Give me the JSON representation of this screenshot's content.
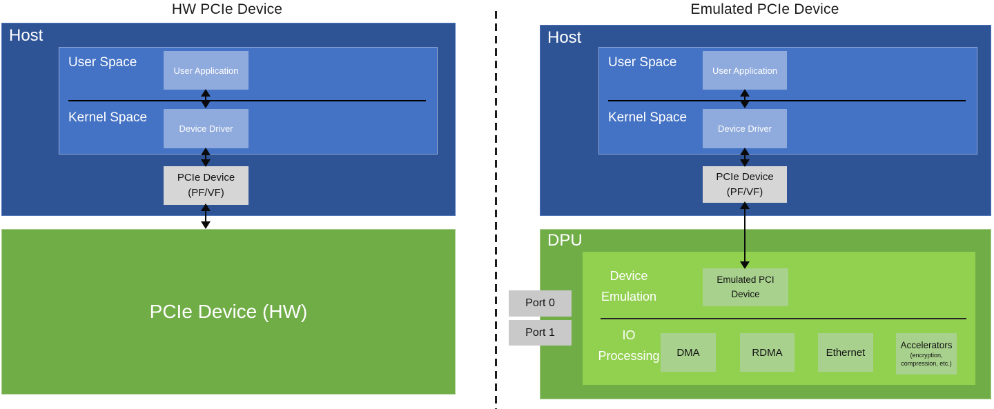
{
  "titles": {
    "left": "HW PCIe Device",
    "right": "Emulated PCIe Device"
  },
  "colors": {
    "host_blue": "#2F5496",
    "inner_blue": "#4472C4",
    "light_blue_box": "#8FAADC",
    "green": "#70AD47",
    "inner_green": "#92D050",
    "pale_green_box": "#A9D18E",
    "gray_box": "#D6D6D6",
    "port_gray": "#C9C9C9",
    "arrow_black": "#0a0a0a"
  },
  "left_panel": {
    "host": {
      "label": "Host",
      "user_space_label": "User Space",
      "kernel_space_label": "Kernel Space",
      "user_application": "User Application",
      "device_driver": "Device Driver",
      "pcie_device_line1": "PCIe Device",
      "pcie_device_line2": "(PF/VF)"
    },
    "hw_device_label": "PCIe Device (HW)"
  },
  "right_panel": {
    "host": {
      "label": "Host",
      "user_space_label": "User Space",
      "kernel_space_label": "Kernel Space",
      "user_application": "User Application",
      "device_driver": "Device Driver",
      "pcie_device_line1": "PCIe Device",
      "pcie_device_line2": "(PF/VF)"
    },
    "dpu": {
      "label": "DPU",
      "device_emulation_line1": "Device",
      "device_emulation_line2": "Emulation",
      "emulated_pci_line1": "Emulated PCI",
      "emulated_pci_line2": "Device",
      "io_processing_line1": "IO",
      "io_processing_line2": "Processing",
      "engines": [
        "DMA",
        "RDMA",
        "Ethernet"
      ],
      "accelerators": {
        "title": "Accelerators",
        "sub1": "(encryption,",
        "sub2": "compression, etc.)"
      }
    },
    "ports": [
      "Port 0",
      "Port 1"
    ]
  }
}
